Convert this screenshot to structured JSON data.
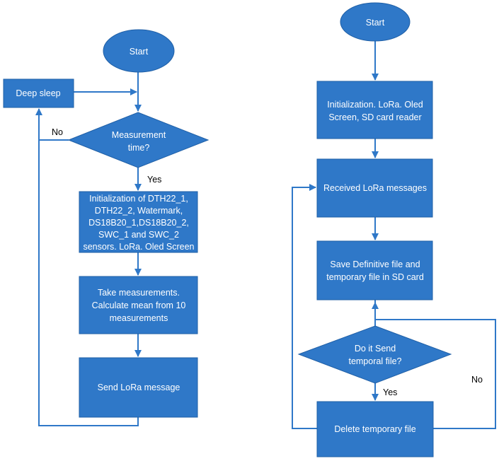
{
  "colors": {
    "node_fill": "#2f78c8",
    "node_stroke": "#1f5fa6",
    "connector": "#2f78c8",
    "node_text": "#ffffff",
    "label_text": "#000000"
  },
  "left_flow": {
    "start": "Start",
    "deep_sleep": "Deep sleep",
    "decision": [
      "Measurement",
      "time?"
    ],
    "init": [
      "Initialization of DTH22_1,",
      "DTH22_2, Watermark,",
      "DS18B20_1,DS18B20_2,",
      "SWC_1 and SWC_2",
      "sensors. LoRa. Oled Screen"
    ],
    "measure": [
      "Take measurements.",
      "Calculate mean from 10",
      "measurements"
    ],
    "send": "Send LoRa message",
    "label_no": "No",
    "label_yes": "Yes"
  },
  "right_flow": {
    "start": "Start",
    "init": [
      "Initialization. LoRa. Oled",
      "Screen, SD card reader"
    ],
    "receive": "Received LoRa messages",
    "save": [
      "Save Definitive file and",
      "temporary file in SD card"
    ],
    "decision": [
      "Do it Send",
      "temporal file?"
    ],
    "delete": "Delete temporary file",
    "label_yes": "Yes",
    "label_no": "No"
  }
}
